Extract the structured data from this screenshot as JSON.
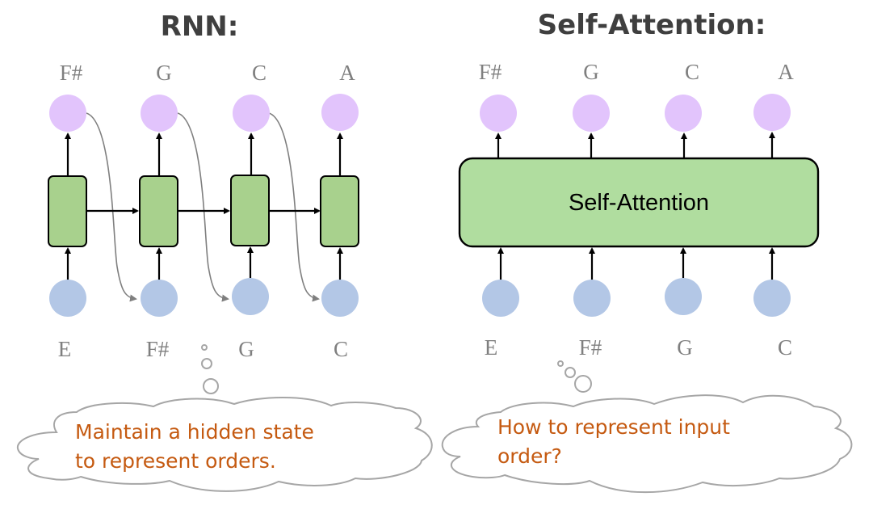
{
  "colors": {
    "output_node": "#e2c4fc",
    "input_node": "#b3c7e6",
    "cell_fill": "#a8d18d",
    "block_fill": "#b0dd9f",
    "stroke": "#000000",
    "recurrence_arrow": "#7f7f7f",
    "cloud_stroke": "#a6a6a6",
    "cloud_text": "#c55a11",
    "title": "#3f3f3f",
    "note_label": "#7f7f7f"
  },
  "rnn": {
    "title": "RNN:",
    "outputs": [
      "F#",
      "G",
      "C",
      "A"
    ],
    "inputs": [
      "E",
      "F#",
      "G",
      "C"
    ],
    "thought_lines": [
      "Maintain a hidden state",
      "to represent orders."
    ]
  },
  "self_attention": {
    "title": "Self-Attention:",
    "block_label": "Self-Attention",
    "outputs": [
      "F#",
      "G",
      "C",
      "A"
    ],
    "inputs": [
      "E",
      "F#",
      "G",
      "C"
    ],
    "thought_lines": [
      "How to represent input",
      "order?"
    ]
  }
}
